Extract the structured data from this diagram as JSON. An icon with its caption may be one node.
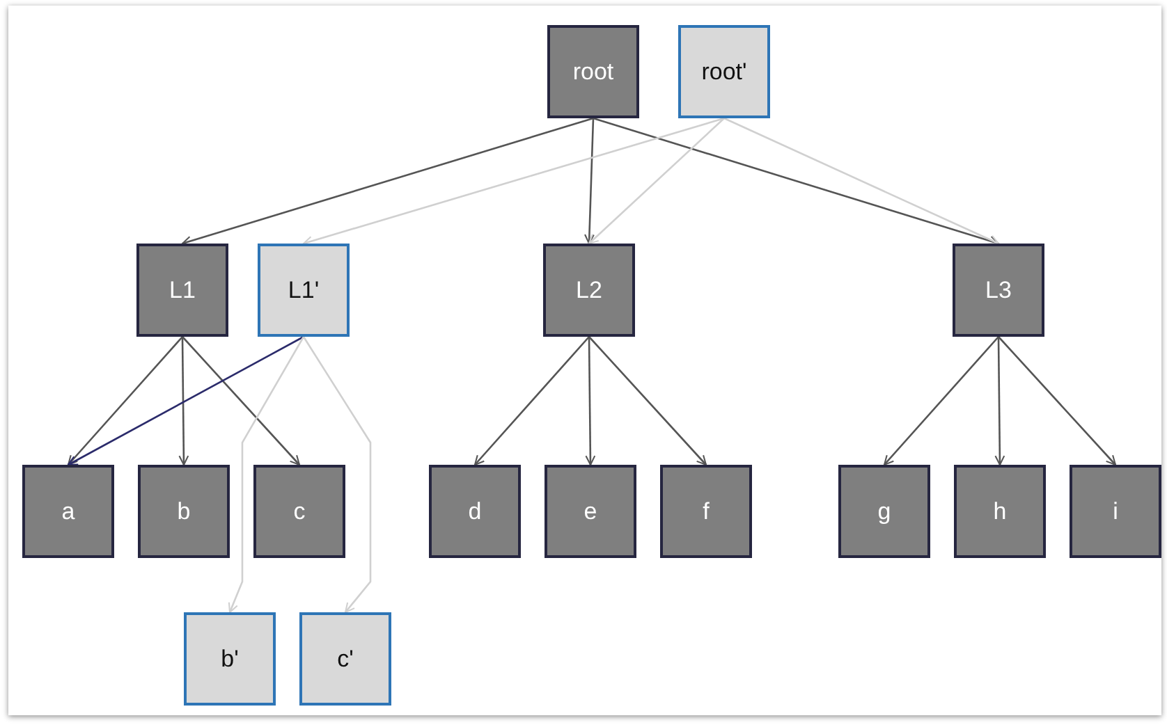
{
  "diagram": {
    "nodes": [
      {
        "text": [
          "root"
        ]
      },
      {
        "text": [
          "root'"
        ]
      },
      {
        "text": [
          "L1"
        ]
      },
      {
        "text": [
          "L1'"
        ]
      },
      {
        "text": [
          "L2"
        ]
      },
      {
        "text": [
          "L3"
        ]
      },
      {
        "text": [
          "a"
        ]
      },
      {
        "text": [
          "b"
        ]
      },
      {
        "text": [
          "c"
        ]
      },
      {
        "text": [
          "d"
        ]
      },
      {
        "text": [
          "e"
        ]
      },
      {
        "text": [
          "f"
        ]
      },
      {
        "text": [
          "g"
        ]
      },
      {
        "text": [
          "h"
        ]
      },
      {
        "text": [
          "i"
        ]
      },
      {
        "text": [
          "b'"
        ]
      },
      {
        "text": [
          "c'"
        ]
      }
    ],
    "edges": [
      {
        "from": 0,
        "to": 2,
        "arrow": "to"
      },
      {
        "from": 0,
        "to": 4,
        "arrow": "to"
      },
      {
        "from": 0,
        "to": 5,
        "arrow": "to"
      },
      {
        "from": 1,
        "to": 3,
        "arrow": "to",
        "color": "#d0d0d0"
      },
      {
        "from": 1,
        "to": 4,
        "arrow": "to",
        "color": "#d0d0d0"
      },
      {
        "from": 1,
        "to": 5,
        "arrow": "to",
        "color": "#d0d0d0"
      },
      {
        "from": 2,
        "to": 6,
        "arrow": "to"
      },
      {
        "from": 2,
        "to": 7,
        "arrow": "to"
      },
      {
        "from": 2,
        "to": 8,
        "arrow": "to"
      },
      {
        "from": 3,
        "to": 6,
        "arrow": "to",
        "color": "#2b2b6b"
      },
      {
        "from": 3,
        "to": 15,
        "arrow": "to",
        "color": "#d0d0d0"
      },
      {
        "from": 3,
        "to": 16,
        "arrow": "to",
        "color": "#d0d0d0"
      },
      {
        "from": 4,
        "to": 9,
        "arrow": "to"
      },
      {
        "from": 4,
        "to": 10,
        "arrow": "to"
      },
      {
        "from": 4,
        "to": 11,
        "arrow": "to"
      },
      {
        "from": 5,
        "to": 12,
        "arrow": "to"
      },
      {
        "from": 5,
        "to": 13,
        "arrow": "to"
      },
      {
        "from": 5,
        "to": 14,
        "arrow": "to"
      }
    ]
  }
}
